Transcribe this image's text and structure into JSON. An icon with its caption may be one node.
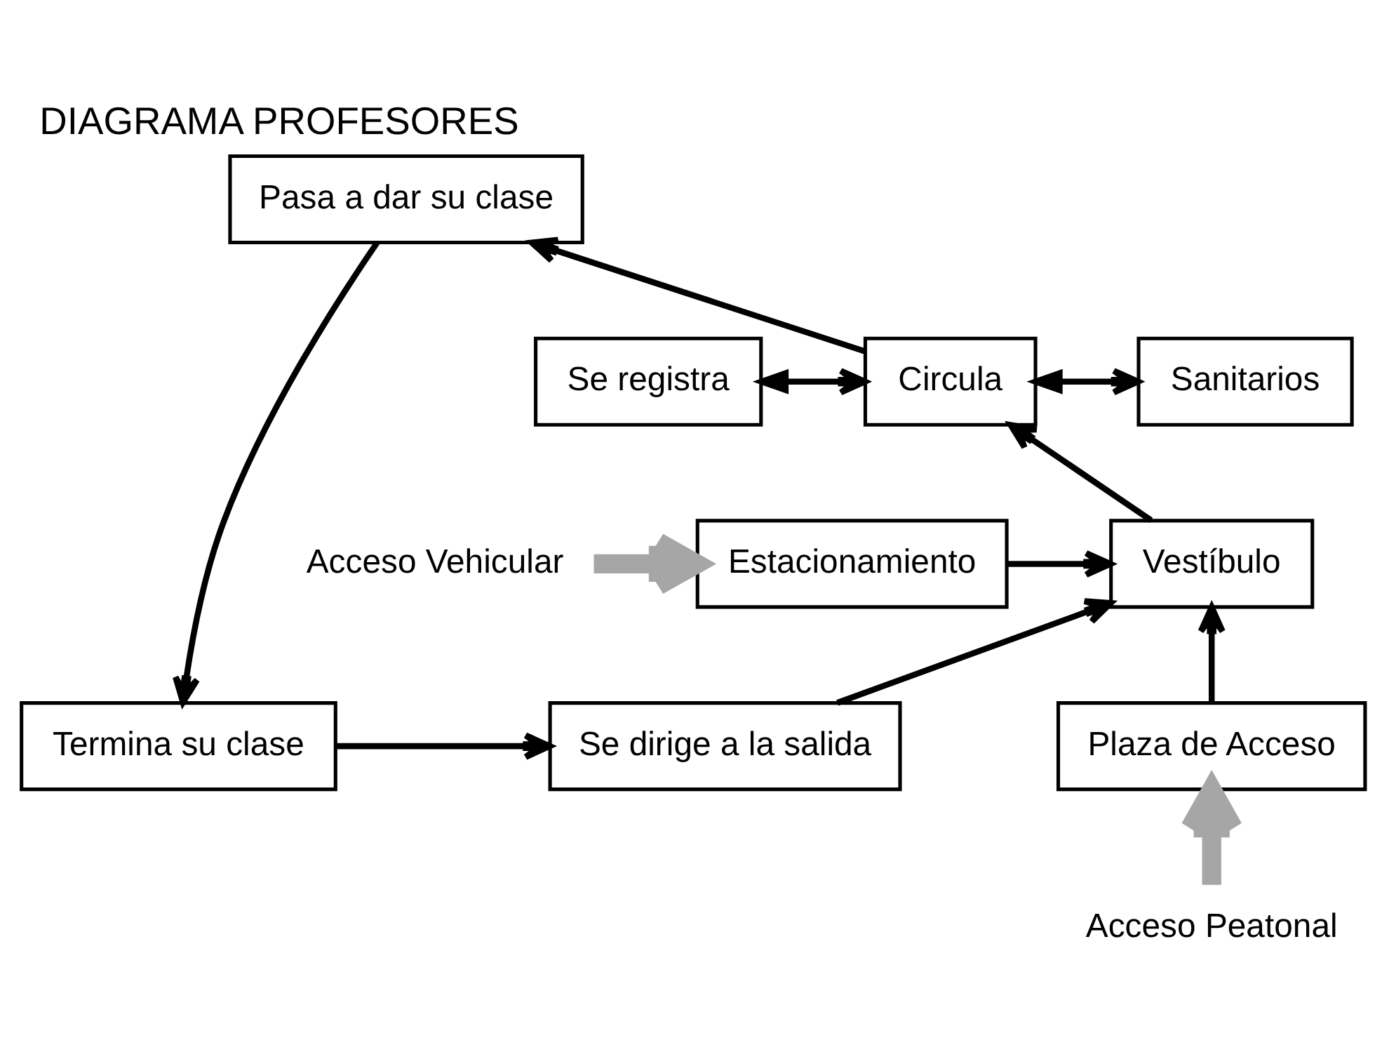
{
  "diagram": {
    "title": "DIAGRAMA PROFESORES",
    "nodes": [
      {
        "text": [
          "Termina su clase"
        ]
      },
      {
        "text": [
          "Se dirige a la salida"
        ]
      },
      {
        "text": [
          "Pasa a dar su clase"
        ]
      },
      {
        "text": [
          "Se registra"
        ]
      },
      {
        "text": [
          "Circula"
        ]
      },
      {
        "text": [
          "Sanitarios"
        ]
      },
      {
        "text": [
          "Estacionamiento"
        ]
      },
      {
        "text": [
          "Vestíbulo"
        ]
      },
      {
        "text": [
          "Plaza de Acceso"
        ]
      },
      {
        "text": [
          "Acceso Vehicular"
        ]
      },
      {
        "text": [
          "Acceso Peatonal"
        ]
      }
    ],
    "edges": [
      {
        "from": 2,
        "to": 0,
        "arrow": "to"
      },
      {
        "from": 0,
        "to": 1,
        "arrow": "to"
      },
      {
        "from": 1,
        "to": 7,
        "arrow": "to"
      },
      {
        "from": 4,
        "to": 2,
        "arrow": "to"
      },
      {
        "from": 3,
        "to": 4,
        "arrow": "both"
      },
      {
        "from": 4,
        "to": 5,
        "arrow": "both"
      },
      {
        "from": 7,
        "to": 4,
        "arrow": "to"
      },
      {
        "from": 6,
        "to": 7,
        "arrow": "to"
      },
      {
        "from": 8,
        "to": 7,
        "arrow": "to"
      },
      {
        "from": 9,
        "to": 6,
        "arrow": "to",
        "style": "thick",
        "color": "#a6a6a6"
      },
      {
        "from": 10,
        "to": 8,
        "arrow": "to",
        "style": "thick",
        "color": "#a6a6a6"
      }
    ]
  }
}
